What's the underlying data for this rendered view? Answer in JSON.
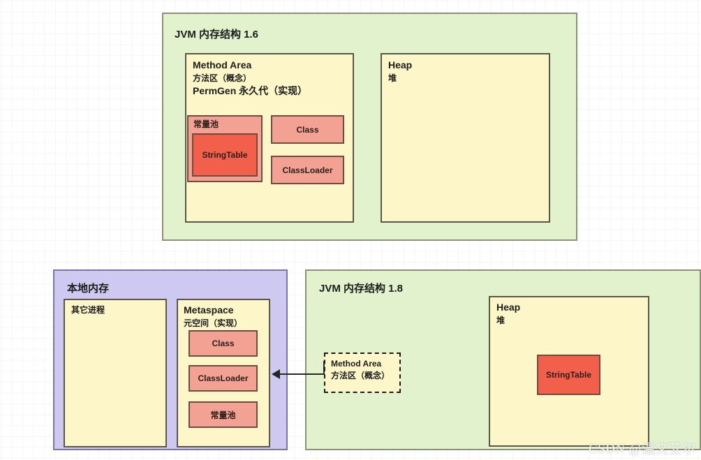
{
  "diagram": {
    "watermark": "CSDN @温文艾尔",
    "panels": {
      "jvm16": {
        "title": "JVM 内存结构 1.6",
        "method_area": {
          "line1": "Method Area",
          "line2": "方法区（概念）",
          "line3": "PermGen 永久代（实现）",
          "constant_pool_label": "常量池",
          "string_table_label": "StringTable",
          "class_label": "Class",
          "classloader_label": "ClassLoader"
        },
        "heap": {
          "line1": "Heap",
          "line2": "堆"
        }
      },
      "native_memory": {
        "title": "本地内存",
        "other_process_label": "其它进程",
        "metaspace": {
          "line1": "Metaspace",
          "line2": "元空间（实现）",
          "blocks": [
            "Class",
            "ClassLoader",
            "常量池"
          ]
        }
      },
      "method_area_concept": {
        "line1": "Method Area",
        "line2": "方法区（概念）"
      },
      "jvm18": {
        "title": "JVM 内存结构 1.8",
        "heap": {
          "line1": "Heap",
          "line2": "堆",
          "string_table_label": "StringTable"
        }
      }
    },
    "colors": {
      "panel_green": "#e2f2cd",
      "panel_purple": "#cdc9f0",
      "region_cream": "#fcf6c8",
      "block_salmon": "#f2a193",
      "block_coral": "#f2604b",
      "outline_dark": "#59574a"
    }
  }
}
